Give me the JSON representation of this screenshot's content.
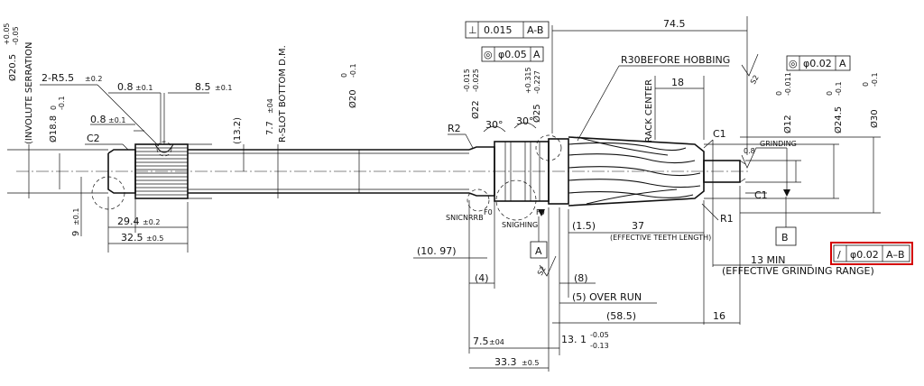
{
  "labels": {
    "serration_dia": "Ø20.5",
    "serration_dia_tol_up": "+0.05",
    "serration_dia_tol_lo": "-0.05",
    "involute_serration": "(INVOLUTE SERRATION",
    "r55": "2-R5.5",
    "r55_tol": "±0.2",
    "w08_top": "0.8",
    "w08_top_tol": "±0.1",
    "d85": "8.5",
    "d85_tol": "±0.1",
    "d188": "Ø18.8",
    "d188_tol_up": "0",
    "d188_tol_lo": "-0.1",
    "w08_left": "0.8",
    "w08_left_tol": "±0.1",
    "c2": "C2",
    "d132": "(13.2)",
    "rslot_depth": "7.7",
    "rslot_depth_tol": "±04",
    "rslot": "R-SLOT BOTTOM D.M.",
    "d20": "Ø20",
    "d20_tol_up": "0",
    "d20_tol_lo": "-0.1",
    "d9": "9",
    "d9_tol": "±0.1",
    "d294": "29.4",
    "d294_tol": "±0.2",
    "d325": "32.5",
    "d325_tol": "±0.5",
    "perp_sym": "⊥",
    "perp_val": "0.015",
    "perp_ref": "A-B",
    "conc_sym": "◎",
    "conc_val": "φ0.05",
    "conc_ref": "A",
    "conc2_sym": "◎",
    "conc2_val": "φ0.02",
    "conc2_ref": "A",
    "d745": "74.5",
    "r30": "R30BEFORE HOBBING",
    "d18": "18",
    "rack_center": "RACK CENTER",
    "r2": "R2",
    "d22": "Ø22",
    "d22_tol_up": "-0.015",
    "d22_tol_lo": "-0.025",
    "d25": "Ø25",
    "d25_tol_up": "+0.315",
    "d25_tol_lo": "-0.227",
    "ang30a": "30°",
    "ang30b": "30°",
    "d12": "Ø12",
    "d12_tol_up": "0",
    "d12_tol_lo": "-0.011",
    "d245": "Ø24.5",
    "d245_tol_up": "0",
    "d245_tol_lo": "-0.1",
    "d30": "Ø30",
    "d30_tol_up": "0",
    "d30_tol_lo": "-0.1",
    "c1_top": "C1",
    "grinding": "GRINDING",
    "rough_08": "0.8",
    "c1_right": "C1",
    "s2_top": "S2",
    "s2_left": "S2",
    "r1": "R1",
    "snick1": "SNICNRRB",
    "snick2": "SNIGHING",
    "f0a": "F0",
    "f0b": "F0",
    "datum_a": "A",
    "datum_b": "B",
    "d15": "(1.5)",
    "d37": "37",
    "eff_teeth": "(EFFECTIVE TEETH LENGTH)",
    "d1097": "(10. 97)",
    "d13min": "13 MIN",
    "eff_grind": "(EFFECTIVE GRINDING RANGE)",
    "runout_sym": "/",
    "runout_val": "φ0.02",
    "runout_ref": "A–B",
    "d4": "(4)",
    "d8": "(8)",
    "overrun": "(5) OVER RUN",
    "d585": "(58.5)",
    "d16": "16",
    "d75": "7.5",
    "d75_tol": "±04",
    "d131": "13. 1",
    "d131_tol_up": "-0.05",
    "d131_tol_lo": "-0.13",
    "d333": "33.3",
    "d333_tol": "±0.5"
  },
  "colors": {
    "highlight": "#d40000",
    "line": "#111111",
    "background": "#ffffff"
  }
}
